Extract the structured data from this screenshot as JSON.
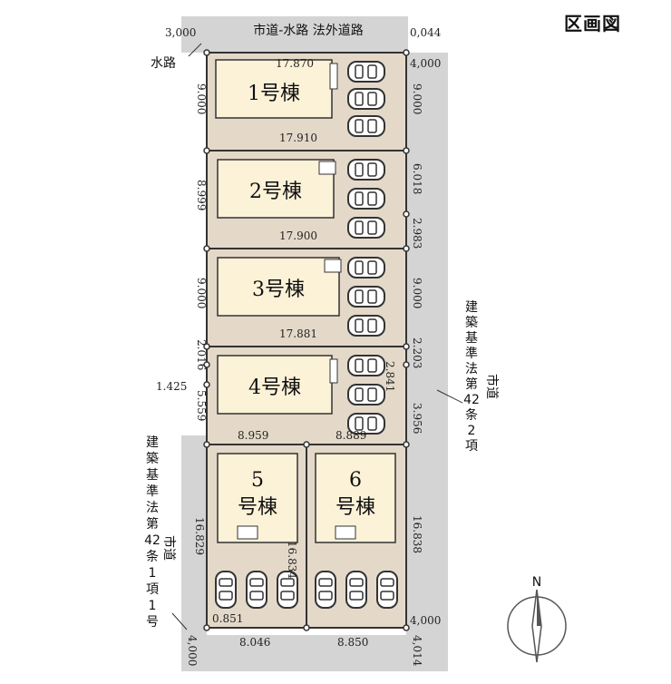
{
  "title": "区画図",
  "top_road": {
    "label": "市道-水路 法外道路",
    "left_width": "3,000",
    "right_width": "0,044"
  },
  "water_label": "水路",
  "right_road": {
    "vertical_label": "建築基準法第42条2項",
    "label_chars": [
      "建",
      "築",
      "基",
      "準",
      "法",
      "第",
      "42",
      "条",
      "2",
      "項"
    ],
    "side_label": "市道",
    "top_width": "4,000"
  },
  "left_road": {
    "label_chars": [
      "建",
      "築",
      "基",
      "準",
      "法",
      "第",
      "42",
      "条",
      "1",
      "項",
      "1",
      "号"
    ],
    "side_label": "市道",
    "bottom_width": "4,000"
  },
  "bottom_right_width": "4,014",
  "compass": {
    "north_label": "N"
  },
  "lots": [
    {
      "id": "1",
      "label": "1号棟",
      "top_width": "17.870",
      "bottom_width": "17.910",
      "left_depth": "9.000",
      "right_depth": "9.000"
    },
    {
      "id": "2",
      "label": "2号棟",
      "bottom_width": "17.900",
      "left_depth": "8.999",
      "right_depth_a": "6.018",
      "right_depth_b": "2.983"
    },
    {
      "id": "3",
      "label": "3号棟",
      "bottom_width": "17.881",
      "left_depth": "9.000",
      "right_depth": "9.000"
    },
    {
      "id": "4",
      "label": "4号棟",
      "left_depth_a": "2.016",
      "left_depth_b": "5.559",
      "left_jog": "1.425",
      "right_depth_a": "2.203",
      "right_depth_b": "3.956",
      "inner": "2.841",
      "bottom_left_width": "8.959",
      "bottom_right_width": "8.889"
    },
    {
      "id": "5",
      "label_num": "5",
      "label_suffix": "号棟",
      "left_depth": "16.829",
      "inner_depth": "16.834",
      "bottom_width": "8.046",
      "corner": "0.851"
    },
    {
      "id": "6",
      "label_num": "6",
      "label_suffix": "号棟",
      "right_depth": "16.838",
      "bottom_width": "8.850"
    }
  ]
}
